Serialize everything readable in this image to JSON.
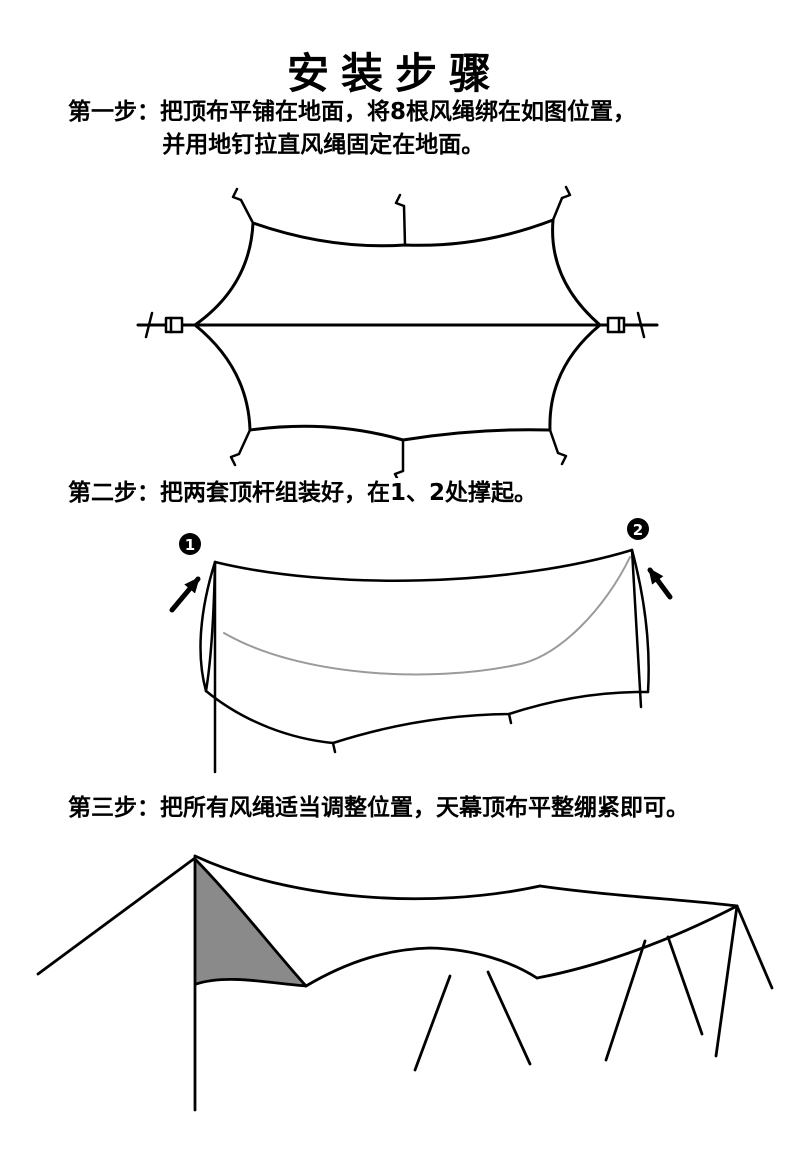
{
  "page": {
    "title": "安装步骤"
  },
  "steps": {
    "step1": {
      "label": "第一步：",
      "line1": "把顶布平铺在地面，将8根风绳绑在如图位置，",
      "line2": "并用地钉拉直风绳固定在地面。"
    },
    "step2": {
      "label": "第二步：",
      "text": "把两套顶杆组装好，在1、2处撑起。"
    },
    "step3": {
      "label": "第三步：",
      "text": "把所有风绳适当调整位置，天幕顶布平整绷紧即可。"
    }
  },
  "diagram_erected": {
    "pole1_badge": "1",
    "pole2_badge": "2"
  },
  "colors": {
    "ink": "#000000",
    "background": "#ffffff",
    "shade_gray": "#8a8a8a",
    "far_edge_gray": "#9a9a9a"
  }
}
